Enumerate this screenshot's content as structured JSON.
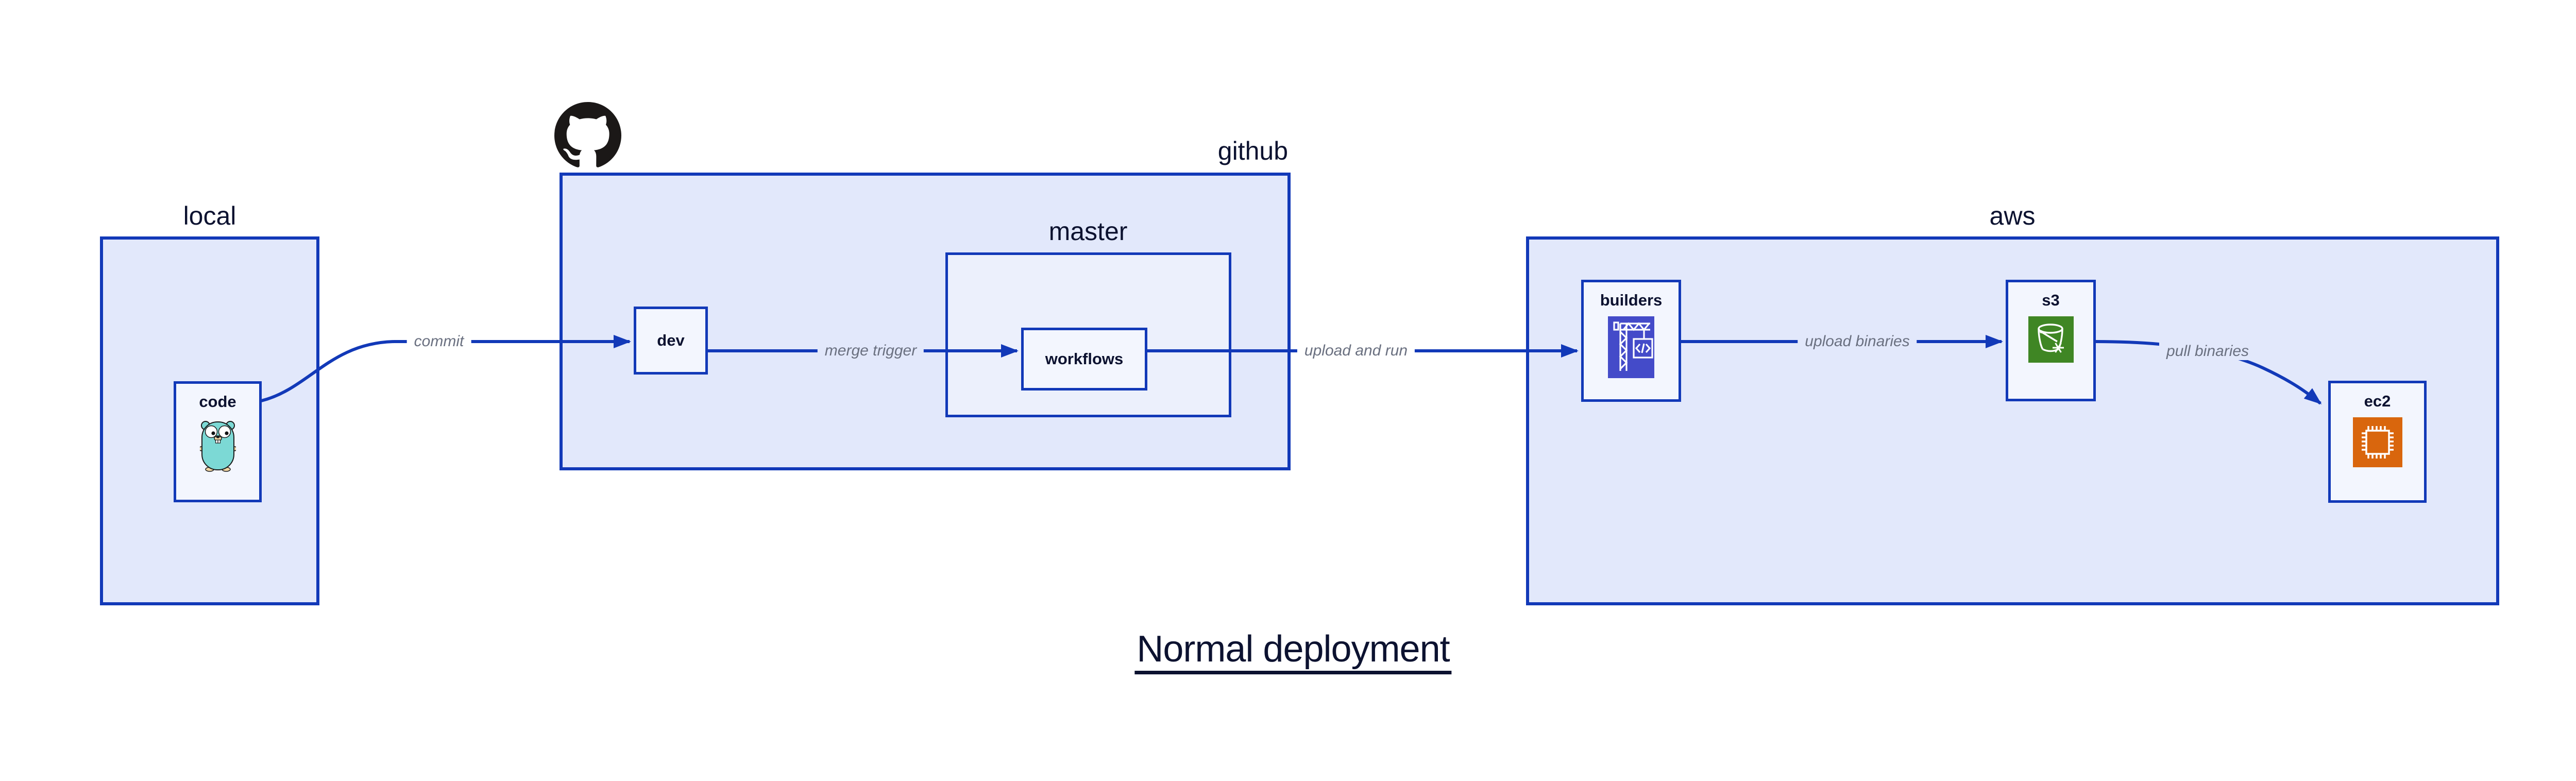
{
  "title": "Normal deployment",
  "containers": {
    "local": {
      "label": "local"
    },
    "github": {
      "label": "github"
    },
    "master": {
      "label": "master"
    },
    "aws": {
      "label": "aws"
    }
  },
  "nodes": {
    "code": {
      "label": "code"
    },
    "dev": {
      "label": "dev"
    },
    "workflows": {
      "label": "workflows"
    },
    "builders": {
      "label": "builders"
    },
    "s3": {
      "label": "s3"
    },
    "ec2": {
      "label": "ec2"
    }
  },
  "edges": {
    "commit": {
      "label": "commit"
    },
    "merge_trigger": {
      "label": "merge trigger"
    },
    "upload_and_run": {
      "label": "upload and run"
    },
    "upload_binaries": {
      "label": "upload binaries"
    },
    "pull_binaries": {
      "label": "pull binaries"
    }
  },
  "icons": {
    "octocat": "github-octocat-icon",
    "gopher": "go-gopher-icon",
    "crane": "codebuild-crane-icon",
    "bucket": "s3-bucket-icon",
    "chip": "ec2-chip-icon"
  },
  "colors": {
    "edge_blue": "#1239b8",
    "container_fill": "#e2e8fb",
    "nested_container_fill": "#ecf0fc",
    "node_fill": "#f3f6fe",
    "text_navy": "#0c1230",
    "edge_label_gray": "#6a7080",
    "octocat_black": "#1b1817",
    "gopher_teal": "#7cd9d5",
    "gopher_tan": "#f2d6a4",
    "codebuild_purple": "#444bc9",
    "s3_green": "#3f8624",
    "ec2_orange": "#d9660d"
  }
}
